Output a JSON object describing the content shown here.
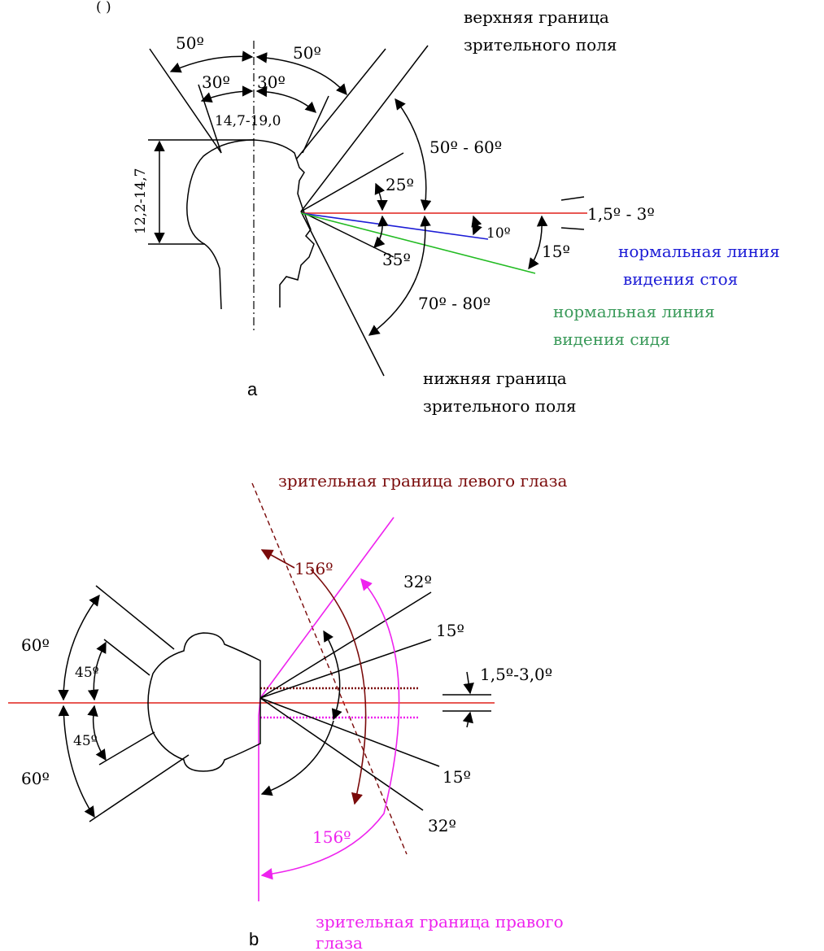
{
  "colors": {
    "black": "#000000",
    "red": "#e0201a",
    "blue": "#1c1cd6",
    "green": "#22bb22",
    "maroon": "#7a0a0a",
    "magenta": "#ee22ee",
    "green_text": "#3a9a5a"
  },
  "figure_a": {
    "label": "a",
    "upper_boundary": [
      "верхняя граница",
      "зрительного поля"
    ],
    "lower_boundary": [
      "нижняя граница",
      "зрительного поля"
    ],
    "standing_line": [
      "нормальная линия",
      "видения стоя"
    ],
    "sitting_line": [
      "нормальная линия",
      "видения сидя"
    ],
    "angles": {
      "top_left_outer": "50º",
      "top_right_outer": "50º",
      "top_left_inner": "30º",
      "top_right_inner": "30º",
      "width": "14,7-19,0",
      "height": "12,2-14,7",
      "upper_range": "50º - 60º",
      "a25": "25º",
      "a35": "35º",
      "a10": "10º",
      "a15": "15º",
      "tolerance": "1,5º - 3º",
      "lower_range": "70º - 80º"
    }
  },
  "figure_b": {
    "label": "b",
    "left_eye_boundary": "зрительная граница левого глаза",
    "right_eye_boundary": [
      "зрительная граница правого",
      "глаза"
    ],
    "angles": {
      "left_top_60": "60º",
      "left_top_45": "45º",
      "left_bottom_45": "45º",
      "left_bottom_60": "60º",
      "maroon_156": "156º",
      "magenta_156": "156º",
      "top_32": "32º",
      "top_15": "15º",
      "bottom_15": "15º",
      "bottom_32": "32º",
      "tolerance": "1,5º-3,0º"
    }
  }
}
